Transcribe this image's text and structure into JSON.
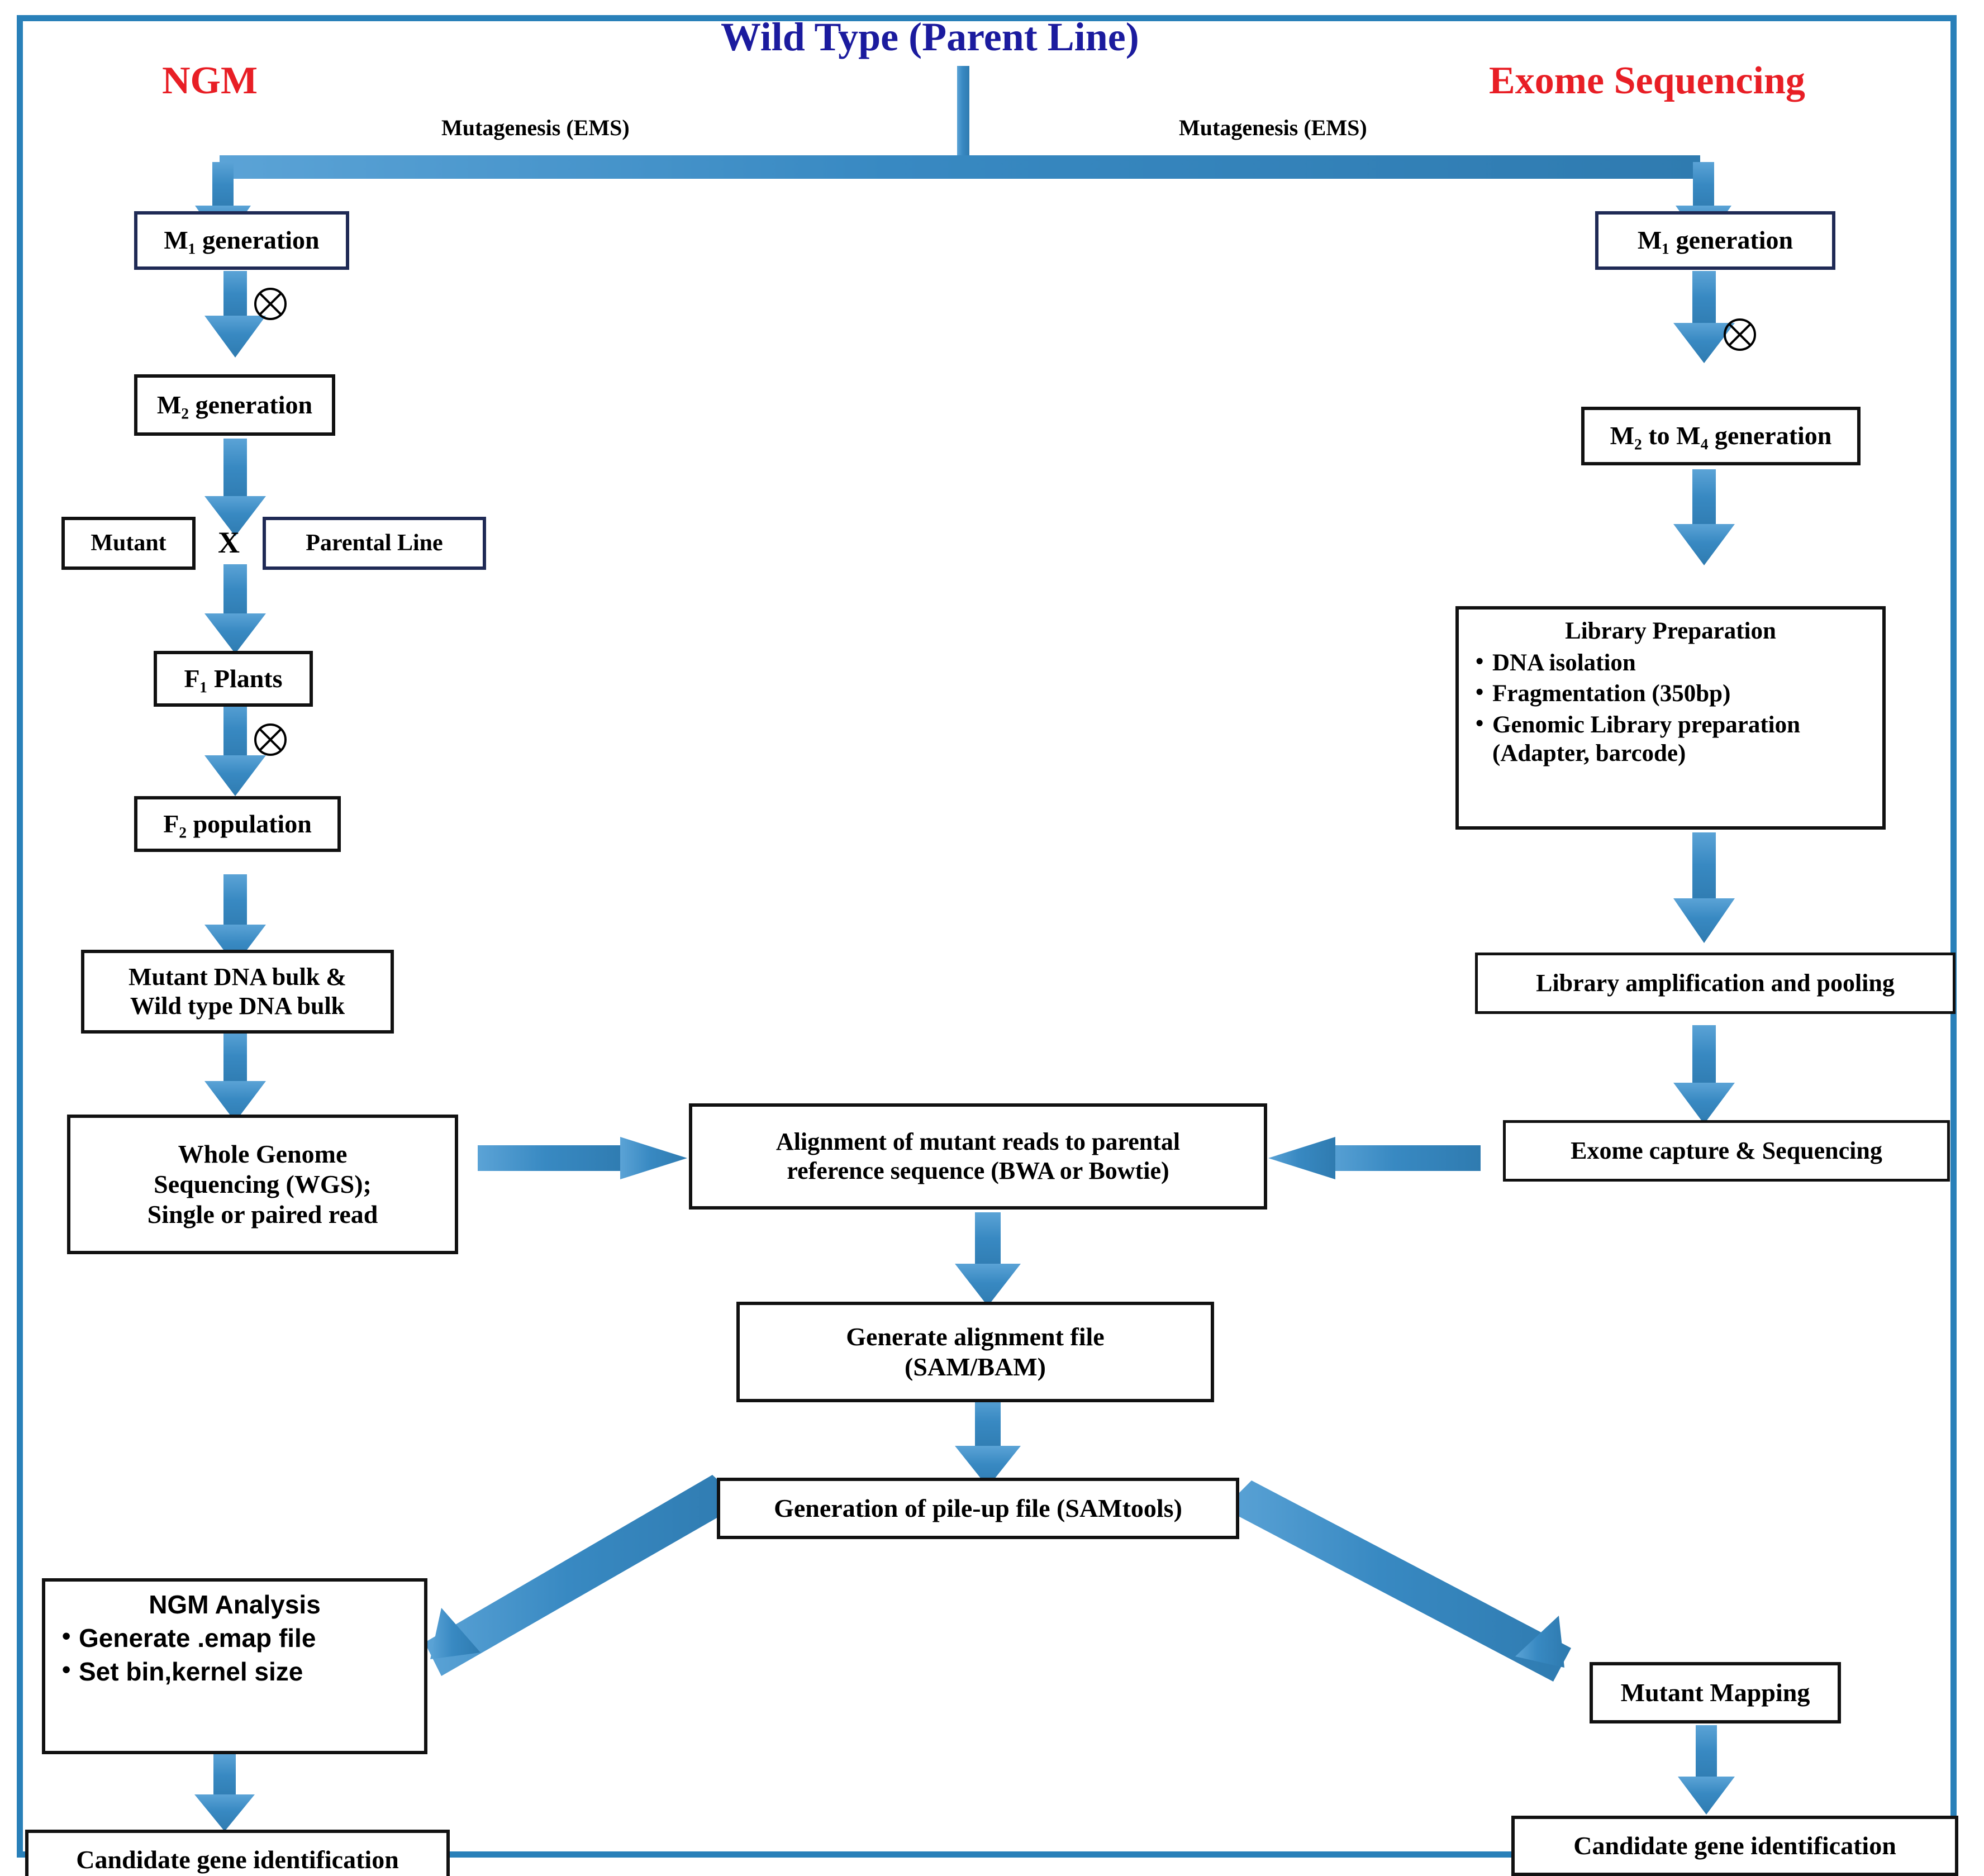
{
  "frame": {
    "border_color": "#2980b9"
  },
  "palette": {
    "arrow_blue": "#3889c2",
    "title_red": "#E81E25",
    "title_blue": "#1B1B9E",
    "box_border": "#111111",
    "box_border_navy": "#1f2a55"
  },
  "titles": {
    "left": "NGM",
    "right": "Exome Sequencing",
    "center": "Wild Type (Parent Line)"
  },
  "edge_labels": {
    "mutagenesis_left": "Mutagenesis (EMS)",
    "mutagenesis_right": "Mutagenesis (EMS)",
    "cross_x": "X"
  },
  "left_branch": {
    "nodes": [
      {
        "id": "m1",
        "text": "M₁ generation"
      },
      {
        "id": "m2",
        "text": "M₂ generation"
      },
      {
        "id": "mutant",
        "text": "Mutant"
      },
      {
        "id": "parental",
        "text": "Parental Line"
      },
      {
        "id": "f1",
        "text": "F₁ Plants"
      },
      {
        "id": "f2",
        "text": "F₂ population"
      },
      {
        "id": "bulks",
        "line1": "Mutant DNA bulk &",
        "line2": "Wild type DNA bulk"
      },
      {
        "id": "wgs",
        "line1": "Whole Genome",
        "line2": "Sequencing (WGS);",
        "line3": "Single or paired read"
      }
    ]
  },
  "right_branch": {
    "nodes": [
      {
        "id": "m1r",
        "text": "M₁ generation"
      },
      {
        "id": "m2m4",
        "text": "M₂ to M₄ generation"
      },
      {
        "id": "libprep",
        "header": "Library Preparation",
        "items": [
          "DNA isolation",
          "Fragmentation (350bp)",
          "Genomic  Library preparation (Adapter, barcode)"
        ]
      },
      {
        "id": "libamp",
        "text": "Library amplification  and pooling"
      },
      {
        "id": "exomecap",
        "text": "Exome capture & Sequencing"
      }
    ]
  },
  "center_pipeline": {
    "nodes": [
      {
        "id": "align",
        "line1": "Alignment of mutant reads to parental",
        "line2": "reference sequence (BWA or Bowtie)"
      },
      {
        "id": "samfile",
        "line1": "Generate alignment file",
        "line2": "(SAM/BAM)"
      },
      {
        "id": "pileup",
        "text": "Generation of pile-up file (SAMtools)"
      }
    ]
  },
  "outputs": {
    "ngm_analysis": {
      "header": "NGM Analysis",
      "items": [
        "Generate .emap file",
        "Set bin,kernel size"
      ]
    },
    "mutant_mapping": {
      "text": "Mutant Mapping"
    },
    "candidate_left": {
      "text": "Candidate gene identification"
    },
    "candidate_right": {
      "text": "Candidate gene identification"
    }
  }
}
